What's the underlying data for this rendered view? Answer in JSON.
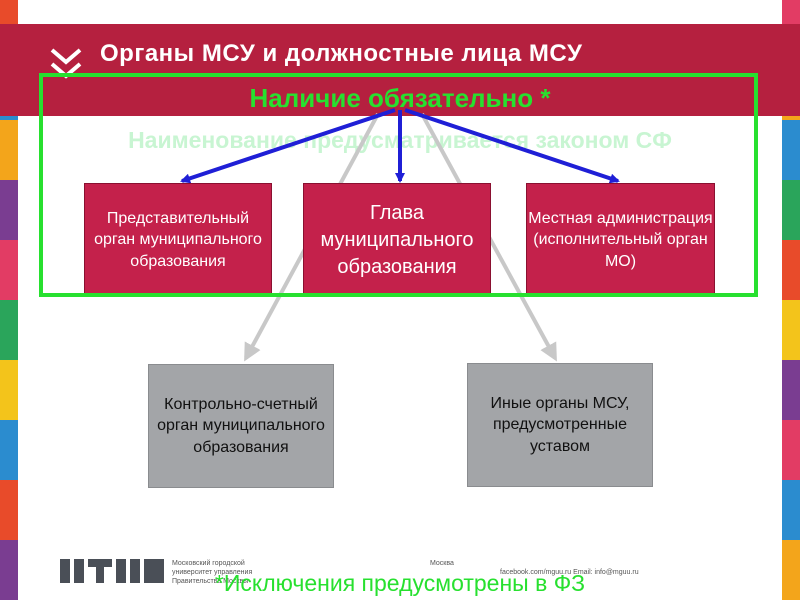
{
  "slide": {
    "title": "Органы МСУ и должностные лица МСУ",
    "required_label": "Наличие обязательно *",
    "naming_label": "Наименование предусматривается законом СФ",
    "exceptions_label": "*Исключения предусмотрены в ФЗ"
  },
  "boxes": {
    "representative": "Представительный орган муниципального образования",
    "head": "Глава муниципального образования",
    "administration": "Местная администрация (исполнительный орган МО)",
    "audit": "Контрольно-счетный орган муниципального образования",
    "other": "Иные органы МСУ, предусмотренные уставом"
  },
  "footer": {
    "org_line1": "Московский городской",
    "org_line2": "университет управления",
    "org_line3": "Правительства Москвы",
    "contact_line1": "Москва",
    "contact_line2": "facebook.com/mguu.ru   Email: info@mguu.ru"
  },
  "colors": {
    "header": "#b5203f",
    "red_box": "#c4214b",
    "grey_box": "#a3a5a8",
    "green": "#27e02f",
    "blue_arrow": "#1f1fd6"
  },
  "icons": {
    "header": "double-chevron-icon",
    "footer": "university-logo-icon"
  }
}
